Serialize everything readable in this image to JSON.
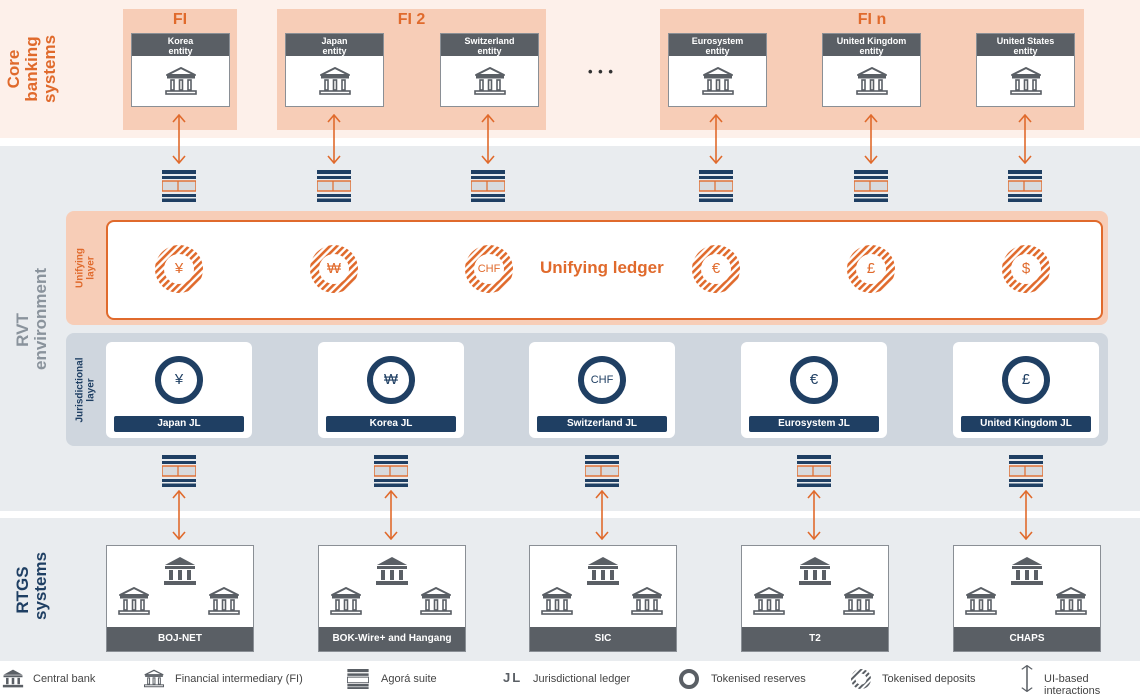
{
  "sections": {
    "core": "Core banking systems",
    "rvt": "RVT environment",
    "rtgs": "RTGS systems",
    "unifying_layer": "Unifying layer",
    "jurisdictional_layer": "Jurisdictional layer"
  },
  "fi_groups": [
    "FI",
    "FI 2",
    "FI n"
  ],
  "ellipsis": "• • •",
  "entities": [
    {
      "line1": "Korea",
      "line2": "entity"
    },
    {
      "line1": "Japan",
      "line2": "entity"
    },
    {
      "line1": "Switzerland",
      "line2": "entity"
    },
    {
      "line1": "Eurosystem",
      "line2": "entity"
    },
    {
      "line1": "United Kingdom",
      "line2": "entity"
    },
    {
      "line1": "United States",
      "line2": "entity"
    }
  ],
  "unifying_ledger": "Unifying ledger",
  "deposit_symbols": [
    "¥",
    "₩",
    "CHF",
    "€",
    "£",
    "$"
  ],
  "jl": [
    {
      "symbol": "¥",
      "name": "Japan JL"
    },
    {
      "symbol": "₩",
      "name": "Korea JL"
    },
    {
      "symbol": "CHF",
      "name": "Switzerland JL"
    },
    {
      "symbol": "€",
      "name": "Eurosystem JL"
    },
    {
      "symbol": "£",
      "name": "United Kingdom JL"
    }
  ],
  "rtgs": [
    "BOJ-NET",
    "BOK-Wire+ and Hangang",
    "SIC",
    "T2",
    "CHAPS"
  ],
  "legend": {
    "central_bank": "Central bank",
    "fi": "Financial intermediary (FI)",
    "agora": "Agorá suite",
    "jl_symbol": "JL",
    "jl": "Jurisdictional ledger",
    "reserves": "Tokenised reserves",
    "deposits": "Tokenised deposits",
    "ui": "UI-based interactions"
  },
  "colors": {
    "orange": "#e06a2c",
    "navy": "#1f3f63",
    "gray": "#5a5f65"
  }
}
